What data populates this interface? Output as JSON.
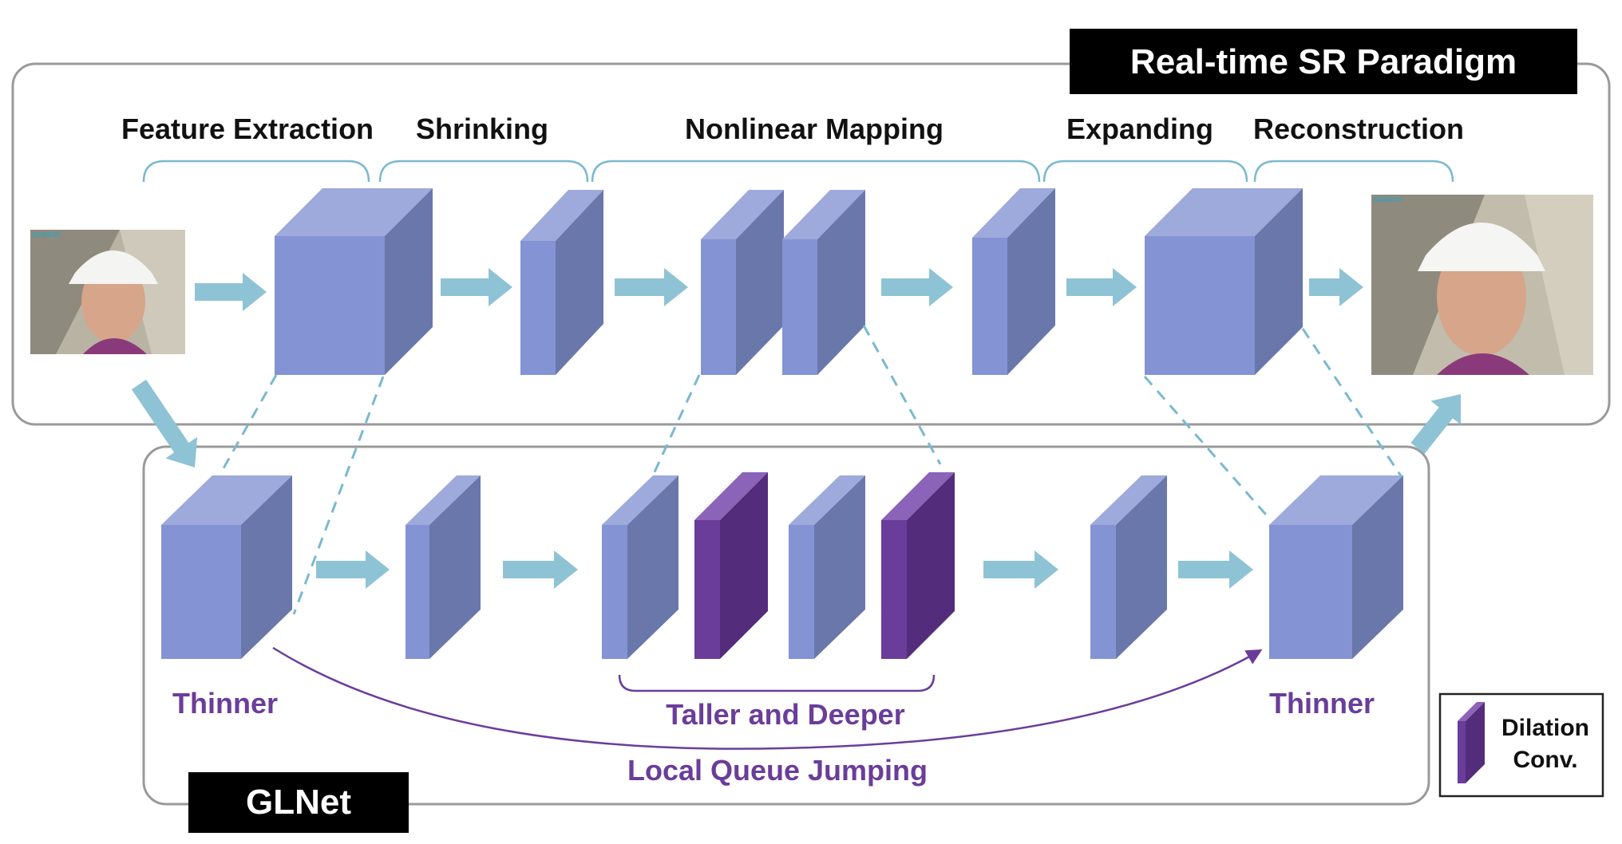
{
  "diagram": {
    "title": "Real-time SR Paradigm",
    "glnet_title": "GLNet",
    "stages": [
      {
        "id": "feature-extraction",
        "label": "Feature Extraction"
      },
      {
        "id": "shrinking",
        "label": "Shrinking"
      },
      {
        "id": "nonlinear-mapping",
        "label": "Nonlinear Mapping"
      },
      {
        "id": "expanding",
        "label": "Expanding"
      },
      {
        "id": "reconstruction",
        "label": "Reconstruction"
      }
    ],
    "glnet_labels": {
      "thinner_left": "Thinner",
      "thinner_right": "Thinner",
      "taller_deeper": "Taller and Deeper",
      "local_queue_jumping": "Local Queue Jumping"
    },
    "legend": {
      "line1": "Dilation",
      "line2": "Conv."
    },
    "input_image_caption": "SIEMENS",
    "colors": {
      "block_front": "#8493d3",
      "block_top": "#9ea9dc",
      "block_side": "#6a77ab",
      "dilation_front": "#6a3d9a",
      "dilation_top": "#8b63b8",
      "dilation_side": "#542c7c",
      "arrow": "#8ec3d5",
      "dashed": "#7ab9cf",
      "accent_purple": "#6a3d9a",
      "frame": "#9a9a9a",
      "title_bg": "#000000"
    }
  }
}
